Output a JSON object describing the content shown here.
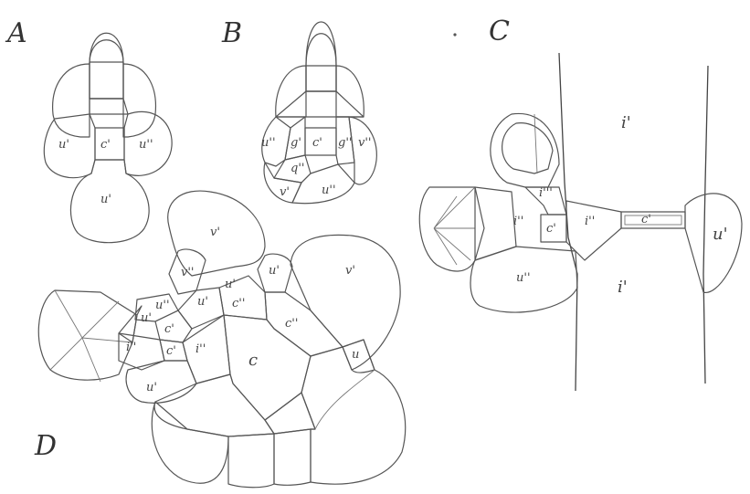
{
  "panels": {
    "a": "A",
    "b": "B",
    "c": "C",
    "d": "D"
  },
  "labels": {
    "a_u_left": "u'",
    "a_c": "c'",
    "a_u_right": "u''",
    "a_u_bottom": "u'",
    "b_u_left": "u''",
    "b_g_left": "g'",
    "b_c": "c'",
    "b_g_right": "g''",
    "b_v_right": "v''",
    "b_q": "q''",
    "b_v_bottom": "v'",
    "b_u_bottom": "u''",
    "c_i_top": "i'",
    "c_i_mid": "i'''",
    "c_i_left": "i''",
    "c_c": "c'",
    "c_i_right": "i''",
    "c_c_wall": "c'",
    "c_u_right": "u'",
    "c_u_bottom": "u''",
    "c_i_bottom": "i'",
    "d_v_top": "v'",
    "d_v_small": "v''",
    "d_u_a": "u'",
    "d_u_b": "u'",
    "d_c_mid": "c''",
    "d_v_right": "v'",
    "d_c_right": "c''",
    "d_u_c": "u''",
    "d_c_small": "c'",
    "d_i_left": "i''",
    "d_c_lower": "c'",
    "d_i_mid": "i''",
    "d_c_big": "c",
    "d_u_right": "u",
    "d_u_bottom": "u'",
    "d_u_tiny": "u'",
    "d_u_d": "u'"
  }
}
